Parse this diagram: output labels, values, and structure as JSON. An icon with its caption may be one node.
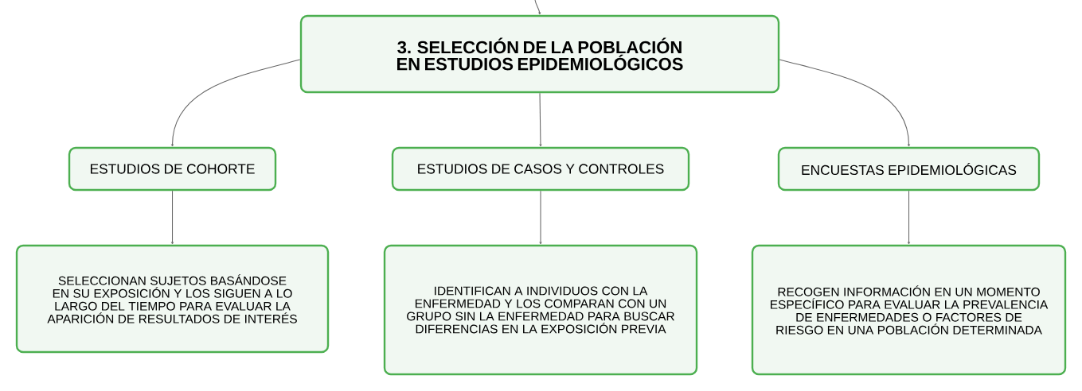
{
  "diagram": {
    "nodes": [
      {
        "text": [
          "3. SELECCIÓN DE LA POBLACIÓN EN ESTUDIOS EPIDEMIOLÓGICOS"
        ]
      },
      {
        "text": [
          "ESTUDIOS DE COHORTE"
        ]
      },
      {
        "text": [
          "ESTUDIOS DE CASOS Y CONTROLES"
        ]
      },
      {
        "text": [
          "ENCUESTAS EPIDEMIOLÓGICAS"
        ]
      },
      {
        "text": [
          "SELECCIONAN SUJETOS BASÁNDOSE EN SU EXPOSICIÓN Y LOS SIGUEN A LO LARGO DEL TIEMPO PARA EVALUAR LA APARICIÓN DE RESULTADOS DE INTERÉS"
        ]
      },
      {
        "text": [
          "IDENTIFICAN A INDIVIDUOS CON LA ENFERMEDAD Y LOS COMPARAN CON UN GRUPO SIN LA ENFERMEDAD PARA BUSCAR DIFERENCIAS EN LA EXPOSICIÓN PREVIA"
        ]
      },
      {
        "text": [
          "RECOGEN INFORMACIÓN EN UN MOMENTO ESPECÍFICO PARA EVALUAR LA PREVALENCIA DE ENFERMEDADES O FACTORES DE RIESGO EN UNA POBLACIÓN DETERMINADA"
        ]
      }
    ],
    "edges": [
      {
        "from": null,
        "to": 0,
        "arrow": "to"
      },
      {
        "from": 0,
        "to": 1,
        "arrow": "to"
      },
      {
        "from": 0,
        "to": 2,
        "arrow": "to"
      },
      {
        "from": 0,
        "to": 3,
        "arrow": "to"
      },
      {
        "from": 1,
        "to": 4,
        "arrow": "to"
      },
      {
        "from": 2,
        "to": 5,
        "arrow": "to"
      },
      {
        "from": 3,
        "to": 6,
        "arrow": "to"
      }
    ]
  }
}
